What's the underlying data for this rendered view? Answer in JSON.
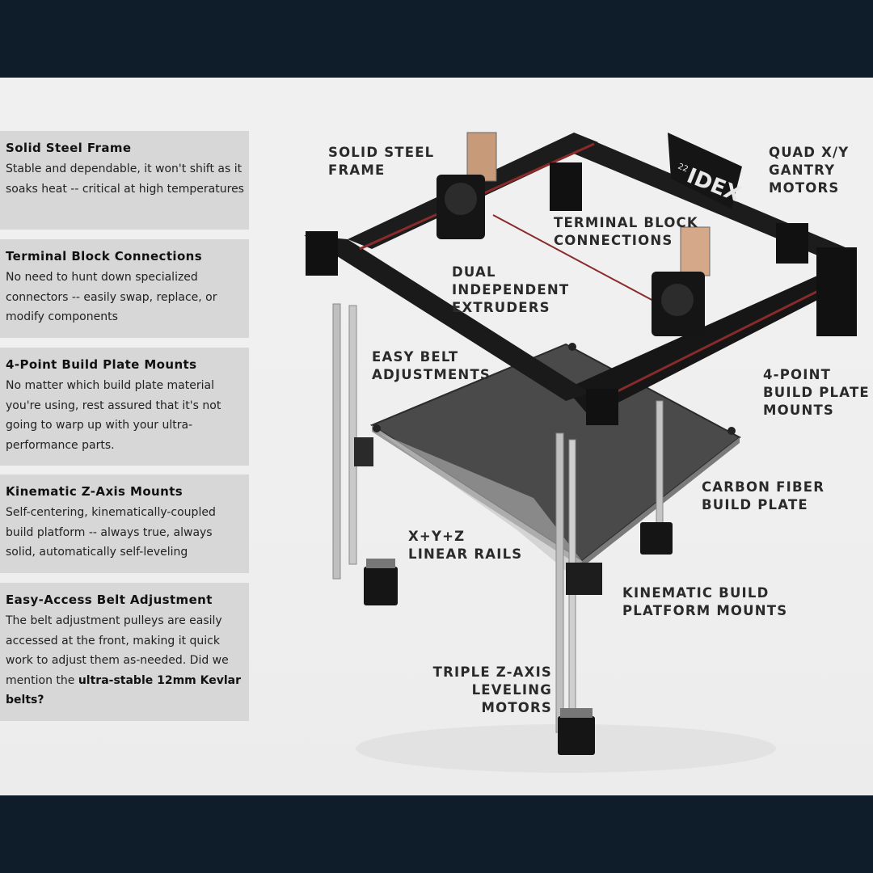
{
  "features": [
    {
      "title": "Solid Steel Frame",
      "body": "Stable and dependable, it won't shift as it soaks heat -- critical at high temperatures"
    },
    {
      "title": "Terminal Block Connections",
      "body": "No need to hunt down specialized connectors -- easily swap, replace, or modify components"
    },
    {
      "title": "4-Point Build Plate Mounts",
      "body": "No matter which build plate material you're using, rest assured that it's not going to warp up with your ultra-performance parts."
    },
    {
      "title": "Kinematic Z-Axis Mounts",
      "body": "Self-centering, kinematically-coupled build platform -- always true, always solid, automatically self-leveling"
    },
    {
      "title": "Easy-Access Belt Adjustment",
      "body_prefix": "The belt adjustment pulleys are easily accessed at the front, making it quick work to adjust them as-needed. Did we mention the ",
      "body_bold": "ultra-stable 12mm Kevlar belts?"
    }
  ],
  "callouts": {
    "solid_steel_frame": "SOLID STEEL\nFRAME",
    "quad_gantry_motors": "QUAD X/Y\nGANTRY\nMOTORS",
    "terminal_block": "TERMINAL BLOCK\nCONNECTIONS",
    "dual_extruders": "DUAL\nINDEPENDENT\nEXTRUDERS",
    "easy_belt": "EASY BELT\nADJUSTMENTS",
    "four_point": "4-POINT\nBUILD PLATE\nMOUNTS",
    "carbon_fiber": "CARBON FIBER\nBUILD PLATE",
    "linear_rails": "X+Y+Z\nLINEAR RAILS",
    "kinematic_mounts": "KINEMATIC BUILD\nPLATFORM MOUNTS",
    "triple_z": "TRIPLE Z-AXIS\nLEVELING\nMOTORS"
  },
  "logo_text": "IDEX",
  "logo_number": "22",
  "colors": {
    "background": "#0f1c2a",
    "panel": "#efefef",
    "card": "#d7d7d7",
    "frame": "#1b1b1b",
    "accent_red": "#8a2a2a"
  }
}
